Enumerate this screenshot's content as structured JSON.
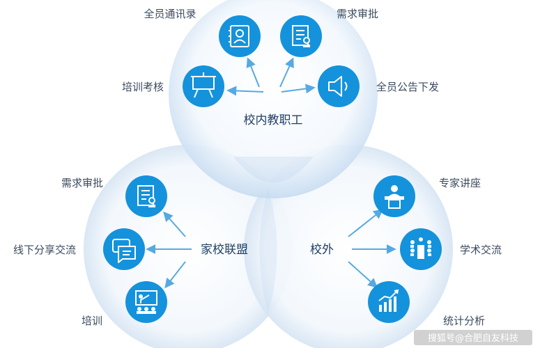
{
  "colors": {
    "icon_fill": "#1592dc",
    "arrow": "#56a9e3",
    "label_text": "#3a4a5e",
    "center_text": "#1f3f66"
  },
  "circles": {
    "top": {
      "title": "校内教职工",
      "items": [
        {
          "label": "全员通讯录",
          "icon": "contacts-icon"
        },
        {
          "label": "需求审批",
          "icon": "document-approval-icon"
        },
        {
          "label": "培训考核",
          "icon": "training-presentation-icon"
        },
        {
          "label": "全员公告下发",
          "icon": "speaker-announcement-icon"
        }
      ]
    },
    "left": {
      "title": "家校联盟",
      "items": [
        {
          "label": "需求审批",
          "icon": "document-approval-icon"
        },
        {
          "label": "线下分享交流",
          "icon": "chat-bubbles-icon"
        },
        {
          "label": "培训",
          "icon": "classroom-icon"
        }
      ]
    },
    "right": {
      "title": "校外",
      "items": [
        {
          "label": "专家讲座",
          "icon": "lecture-podium-icon"
        },
        {
          "label": "学术交流",
          "icon": "meeting-table-icon"
        },
        {
          "label": "统计分析",
          "icon": "growth-chart-icon"
        }
      ]
    }
  },
  "watermark": "搜狐号@合肥自友科技"
}
